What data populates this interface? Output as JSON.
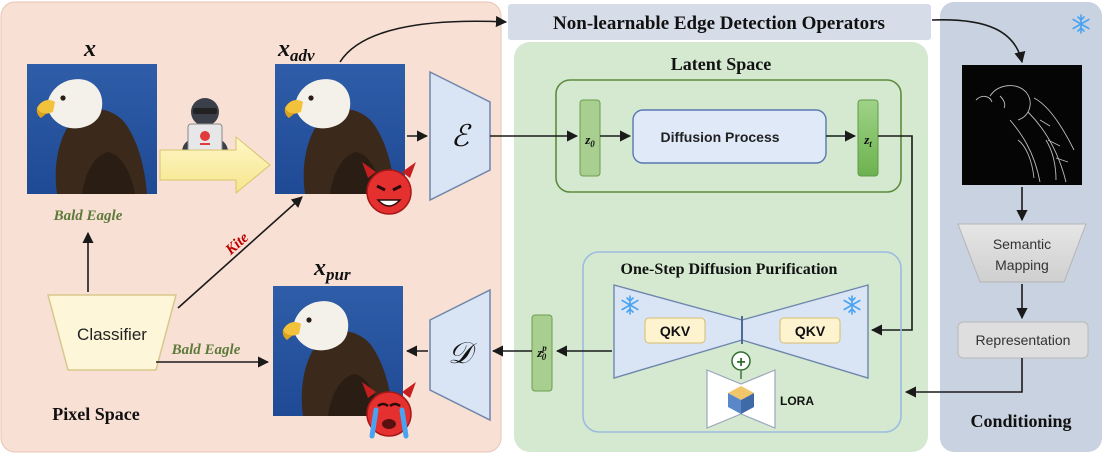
{
  "header": {
    "edge_ops_label": "Non-learnable Edge Detection Operators"
  },
  "pixel_space": {
    "label": "Pixel Space",
    "x_label": "x",
    "x_adv_label": "x",
    "x_adv_sub": "adv",
    "x_pur_label": "x",
    "x_pur_sub": "pur",
    "pred_clean": "Bald Eagle",
    "pred_attack": "Kite",
    "pred_pur": "Bald Eagle",
    "classifier_label": "Classifier"
  },
  "latent_space": {
    "label": "Latent Space",
    "encoder_label": "ℰ",
    "decoder_label": "𝒟",
    "z0_label": "z",
    "z0_sub": "0",
    "zt_label": "z",
    "zt_sub": "t",
    "diffusion_process_label": "Diffusion Process",
    "one_step_label": "One-Step Diffusion Purification",
    "qkv_left": "QKV",
    "qkv_right": "QKV",
    "lora_label": "LORA",
    "plus_symbol": "+",
    "z0p_label": "z",
    "z0p_sub": "0",
    "z0p_sup": "p"
  },
  "conditioning": {
    "label": "Conditioning",
    "semantic_mapping_line1": "Semantic",
    "semantic_mapping_line2": "Mapping",
    "representation_label": "Representation"
  },
  "colors": {
    "pixel_bg": "#f9e0d4",
    "latent_bg": "#d5e9d0",
    "cond_bg": "#c9d2e0",
    "encoder_fill": "#d9e4f4",
    "green_text": "#5d7a3a",
    "red_text": "#c00000",
    "arrow": "#1a1a1a"
  },
  "icons": [
    "eagle-image",
    "hacker-icon",
    "devil-icon",
    "crying-devil-icon",
    "snowflake-icon",
    "edge-map-image",
    "lora-cube-icon"
  ]
}
